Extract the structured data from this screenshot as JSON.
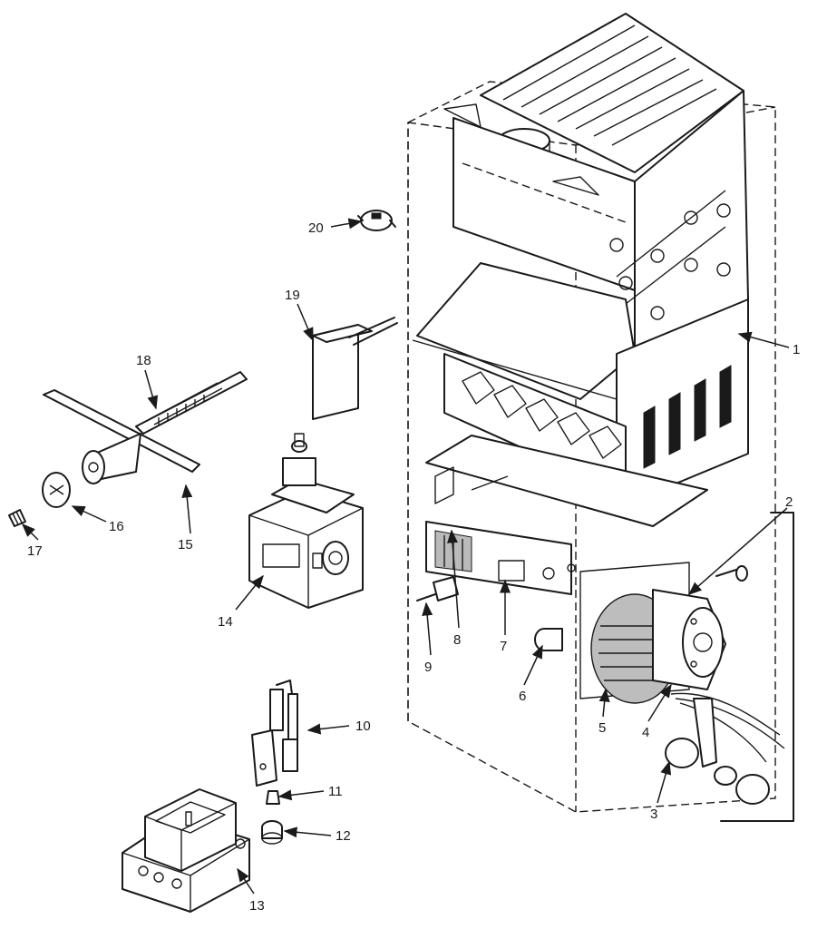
{
  "callouts": [
    {
      "id": "1",
      "text": "1"
    },
    {
      "id": "2",
      "text": "2"
    },
    {
      "id": "3",
      "text": "3"
    },
    {
      "id": "4",
      "text": "4"
    },
    {
      "id": "5",
      "text": "5"
    },
    {
      "id": "6",
      "text": "6"
    },
    {
      "id": "7",
      "text": "7"
    },
    {
      "id": "8",
      "text": "8"
    },
    {
      "id": "9",
      "text": "9"
    },
    {
      "id": "10",
      "text": "10"
    },
    {
      "id": "11",
      "text": "11"
    },
    {
      "id": "12",
      "text": "12"
    },
    {
      "id": "13",
      "text": "13"
    },
    {
      "id": "14",
      "text": "14"
    },
    {
      "id": "15",
      "text": "15"
    },
    {
      "id": "16",
      "text": "16"
    },
    {
      "id": "17",
      "text": "17"
    },
    {
      "id": "18",
      "text": "18"
    },
    {
      "id": "19",
      "text": "19"
    },
    {
      "id": "20",
      "text": "20"
    }
  ],
  "colors": {
    "ink": "#1a1a1a",
    "paper": "#ffffff"
  }
}
